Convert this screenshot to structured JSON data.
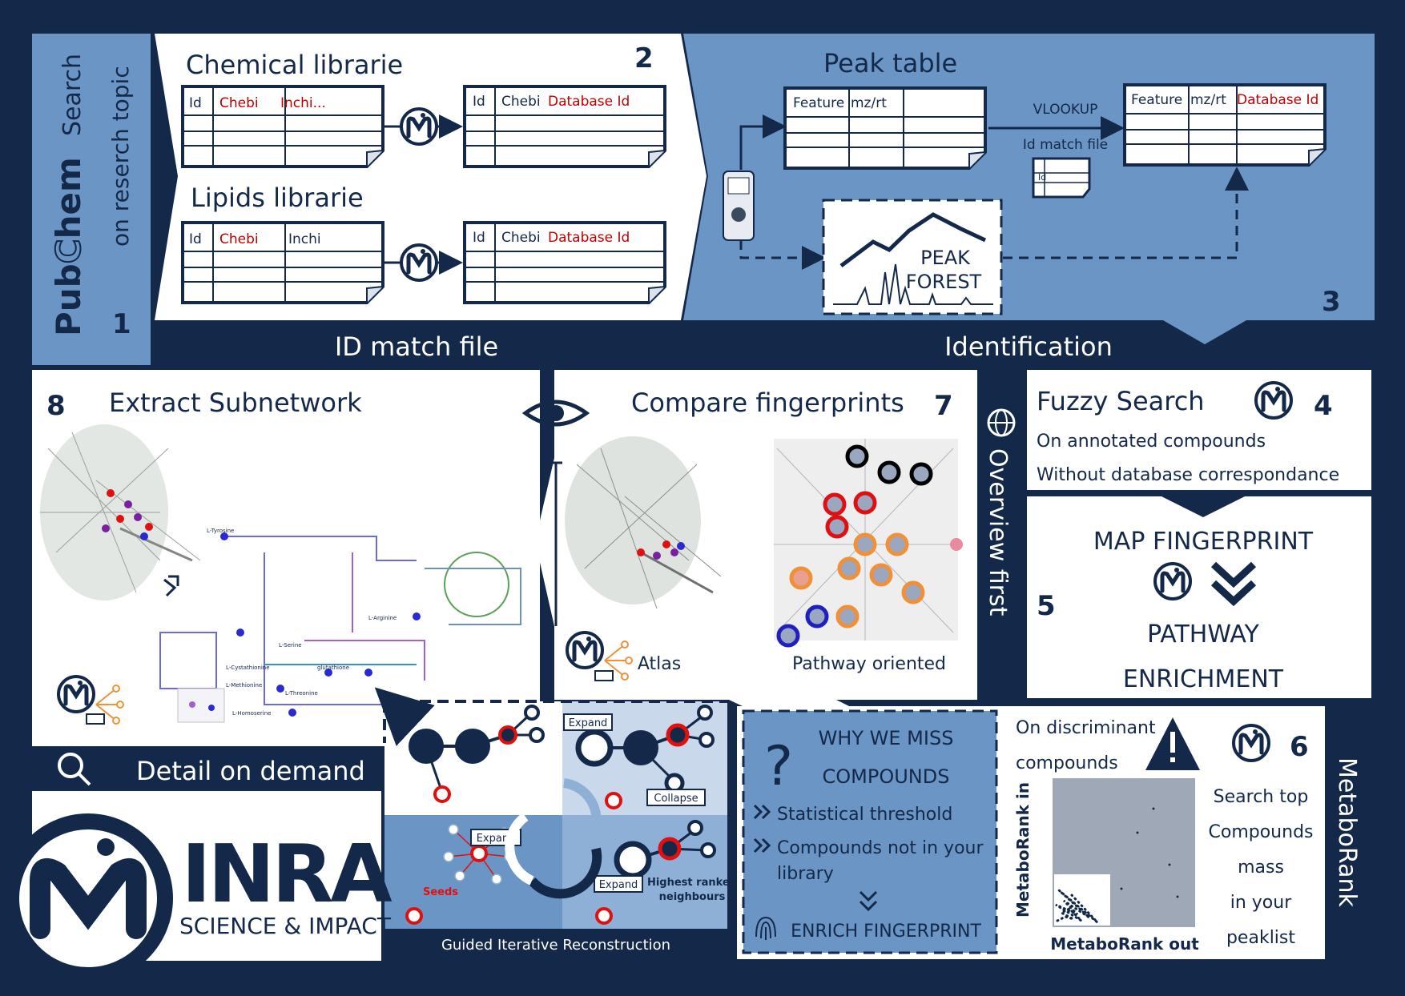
{
  "colors": {
    "background": "#14294a",
    "panel_blue": "#6b95c4",
    "light_blue": "#c9d8ea",
    "mid_blue": "#8eb0d6",
    "red": "#c00000",
    "white": "#ffffff",
    "orange": "#f0913a"
  },
  "step1": {
    "number": "1",
    "logo_pub": "Pub",
    "logo_c": "C",
    "logo_hem": "hem",
    "search_label": "Search",
    "topic_label": "on reserch topic"
  },
  "step2": {
    "number": "2",
    "chemical_title": "Chemical librarie",
    "lipids_title": "Lipids librarie",
    "chem_cols": [
      "Id",
      "Chebi",
      "Inchi..."
    ],
    "lipid_cols": [
      "Id",
      "Chebi",
      "Inchi"
    ],
    "out_cols": [
      "Id",
      "Chebi",
      "Database Id"
    ],
    "footer": "ID match file"
  },
  "step3": {
    "number": "3",
    "title": "Peak table",
    "peak_cols": [
      "Feature",
      "mz/rt"
    ],
    "result_cols": [
      "Feature",
      "mz/rt",
      "Database Id"
    ],
    "vlookup": "VLOOKUP",
    "match_file": "Id match file",
    "mini_label": "Id",
    "forest_line1": "PEAK",
    "forest_line2": "FOREST",
    "footer": "Identification"
  },
  "step4": {
    "number": "4",
    "title": "Fuzzy Search",
    "line1": "On annotated compounds",
    "line2": "Without database correspondance"
  },
  "step5": {
    "number": "5",
    "line1": "MAP FINGERPRINT",
    "line2": "PATHWAY",
    "line3": "ENRICHMENT"
  },
  "side": {
    "overview": "Overview first",
    "metaborank": "MetaboRank"
  },
  "step6": {
    "number": "6",
    "discriminant1": "On discriminant",
    "discriminant2": "compounds",
    "search_lines": [
      "Search top",
      "Compounds",
      "mass",
      "in your",
      "peaklist"
    ],
    "axis_y": "MetaboRank in",
    "axis_x": "MetaboRank out"
  },
  "why": {
    "q": "?",
    "title1": "WHY WE MISS",
    "title2": "COMPOUNDS",
    "item1": "Statistical threshold",
    "item2a": "Compounds not in your",
    "item2b": "library",
    "enrich": "ENRICH FINGERPRINT"
  },
  "step7": {
    "number": "7",
    "title": "Compare fingerprints",
    "atlas": "Atlas",
    "pathway": "Pathway oriented"
  },
  "step8": {
    "number": "8",
    "title": "Extract Subnetwork"
  },
  "detail": {
    "label": "Detail on demand"
  },
  "inra": {
    "name": "INRA",
    "tagline": "SCIENCE & IMPACT"
  },
  "guided": {
    "caption": "Guided Iterative Reconstruction",
    "expand": "Expand",
    "collapse": "Collapse",
    "seeds": "Seeds",
    "highest1": "Highest ranked",
    "highest2": "neighbours"
  },
  "pathway_labels": [
    "L-Tyrosine",
    "L-Arginine",
    "L-Cystathionine",
    "L-Methionine",
    "L-Serine",
    "L-Threonine",
    "L-Homoserine",
    "glutathione"
  ]
}
